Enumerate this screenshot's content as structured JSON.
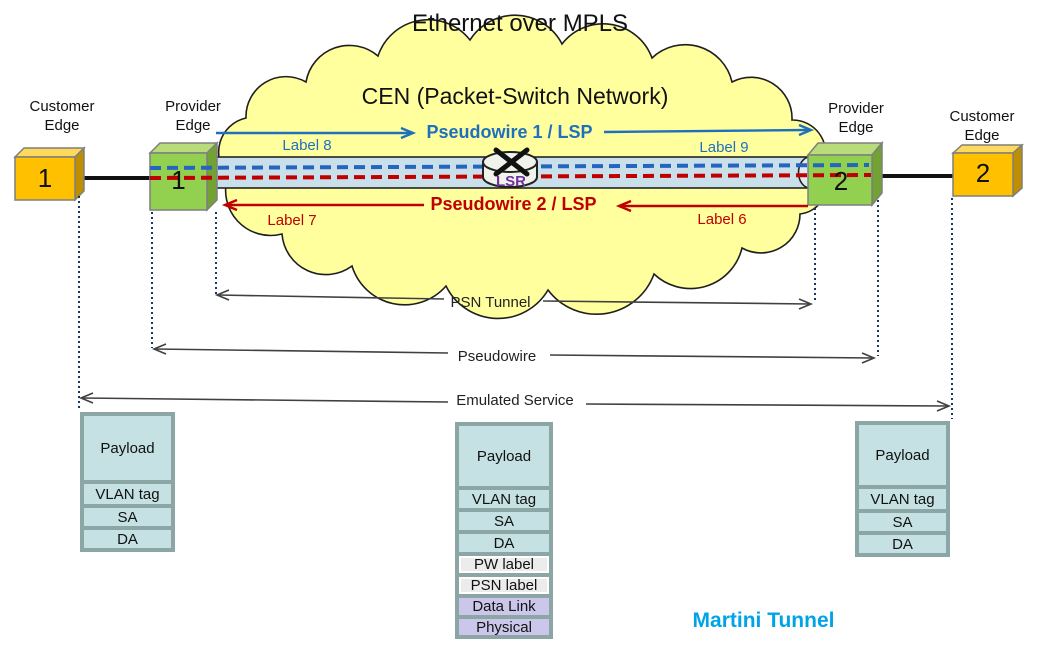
{
  "diagram": {
    "title": "Ethernet over MPLS",
    "cloud_label": "CEN (Packet-Switch Network)",
    "martini_label": "Martini Tunnel"
  },
  "nodes": {
    "ce1": {
      "role_line1": "Customer",
      "role_line2": "Edge",
      "number": "1"
    },
    "pe1": {
      "role_line1": "Provider",
      "role_line2": "Edge",
      "number": "1"
    },
    "pe2": {
      "role_line1": "Provider",
      "role_line2": "Edge",
      "number": "2"
    },
    "ce2": {
      "role_line1": "Customer",
      "role_line2": "Edge",
      "number": "2"
    },
    "lsr": {
      "label": "LSR"
    }
  },
  "pseudowires": {
    "pw1": {
      "label": "Pseudowire 1 / LSP",
      "label_left": "Label 8",
      "label_right": "Label 9",
      "direction": "left-to-right",
      "color": "#1E70BF"
    },
    "pw2": {
      "label": "Pseudowire 2 / LSP",
      "label_left": "Label 7",
      "label_right": "Label 6",
      "direction": "right-to-left",
      "color": "#C00000"
    }
  },
  "spans": {
    "psn_tunnel": "PSN Tunnel",
    "pseudowire": "Pseudowire",
    "emulated_service": "Emulated Service"
  },
  "stacks": {
    "left": {
      "rows": [
        "Payload",
        "VLAN tag",
        "SA",
        "DA"
      ]
    },
    "middle": {
      "rows": [
        "Payload",
        "VLAN tag",
        "SA",
        "DA",
        "PW label",
        "PSN label",
        "Data Link",
        "Physical"
      ]
    },
    "right": {
      "rows": [
        "Payload",
        "VLAN tag",
        "SA",
        "DA"
      ]
    }
  },
  "colors": {
    "pw1_blue": "#1E70BF",
    "pw2_red": "#C00000",
    "martini_cyan": "#00A3E8",
    "lsr_purple": "#7030A0",
    "cloud_yellow": "#FFFF9E",
    "ce_orange": "#FFC000",
    "pe_green": "#92D050",
    "tunnel_fill": "#C9DFE9",
    "stack_teal": "#C5E1E3",
    "stack_frame": "#8CA6A6",
    "stack_gray": "#ECECEC",
    "stack_lavender": "#CBC7EB",
    "dotted_navy": "#17375E"
  }
}
